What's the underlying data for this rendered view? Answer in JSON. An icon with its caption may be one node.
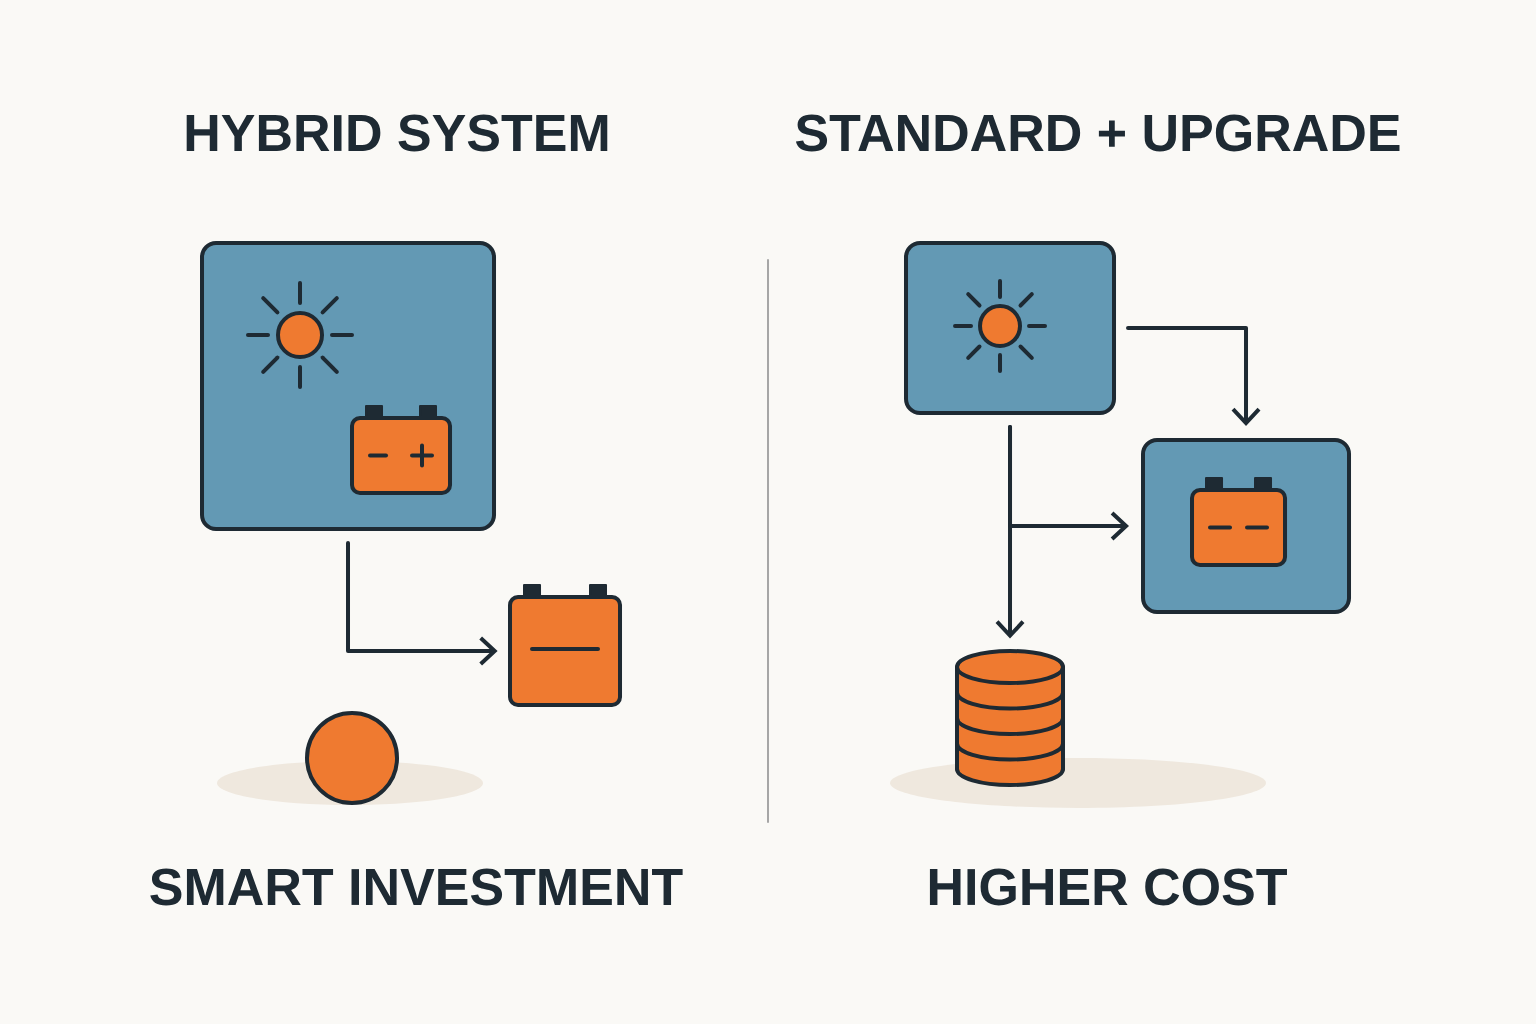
{
  "diagram": {
    "nodes": [
      {
        "text": [],
        "shape": "box"
      },
      {
        "text": [],
        "shape": "picture"
      },
      {
        "text": [],
        "shape": "circle"
      },
      {
        "text": [],
        "shape": "box"
      },
      {
        "text": [],
        "shape": "box"
      },
      {
        "text": [],
        "shape": "cylinder"
      }
    ],
    "edges": [
      {
        "from": 0,
        "to": 1,
        "arrow": "to"
      },
      {
        "from": 3,
        "to": 4,
        "arrow": "to"
      },
      {
        "from": 3,
        "to": 5,
        "arrow": "to"
      },
      {
        "from": 3,
        "to": 4,
        "arrow": "to"
      }
    ],
    "labels": [
      "HYBRID SYSTEM",
      "STANDARD + UPGRADE",
      "SMART INVESTMENT",
      "HIGHER COST"
    ]
  }
}
